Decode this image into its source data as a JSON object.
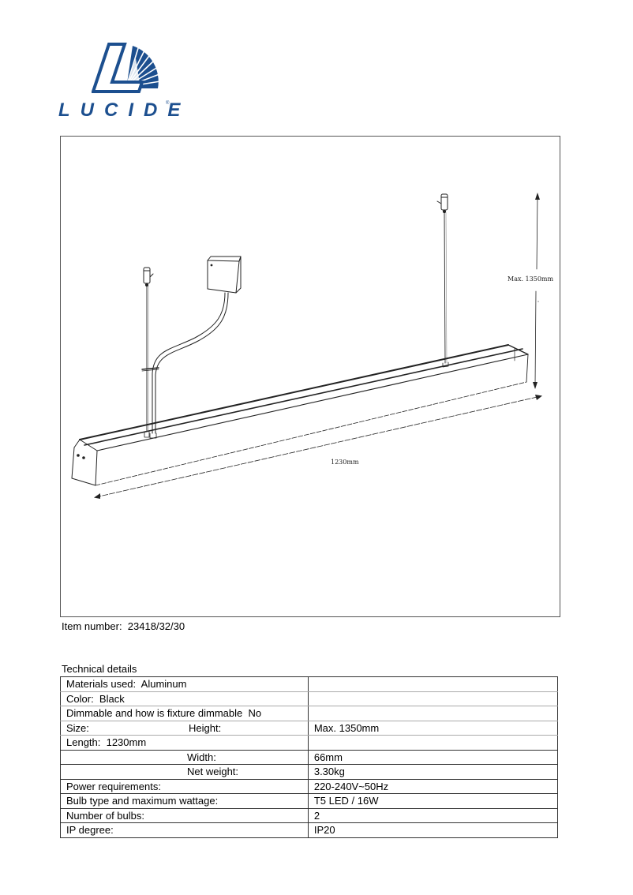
{
  "brand": {
    "name": "LUCIDE",
    "registered_mark": "®",
    "logo_color": "#1c4f8f"
  },
  "drawing": {
    "height_dimension_label": "Max. 1350mm",
    "length_dimension_label": "1230mm"
  },
  "item": {
    "label": "Item number:",
    "value": "23418/32/30",
    "full_text": "Item number:  23418/32/30"
  },
  "technical_details": {
    "heading": "Technical details",
    "rows": [
      {
        "label": "Materials used:  Aluminum",
        "value": ""
      },
      {
        "label": "Color:  Black",
        "value": ""
      },
      {
        "label": "Dimmable and how is fixture dimmable  No",
        "value": ""
      },
      {
        "label_left": "Size:",
        "label_right": "Height:",
        "value": "Max. 1350mm"
      },
      {
        "label": "Length:  1230mm",
        "value": ""
      },
      {
        "label_right": "Width:",
        "value": "66mm"
      },
      {
        "label_right": "Net weight:",
        "value": "3.30kg"
      },
      {
        "label": "Power requirements:",
        "value": "220-240V~50Hz"
      },
      {
        "label": "Bulb type and maximum wattage:",
        "value": "T5 LED / 16W"
      },
      {
        "label": "Number of bulbs:",
        "value": "2"
      },
      {
        "label": "IP degree:",
        "value": "IP20"
      }
    ]
  }
}
